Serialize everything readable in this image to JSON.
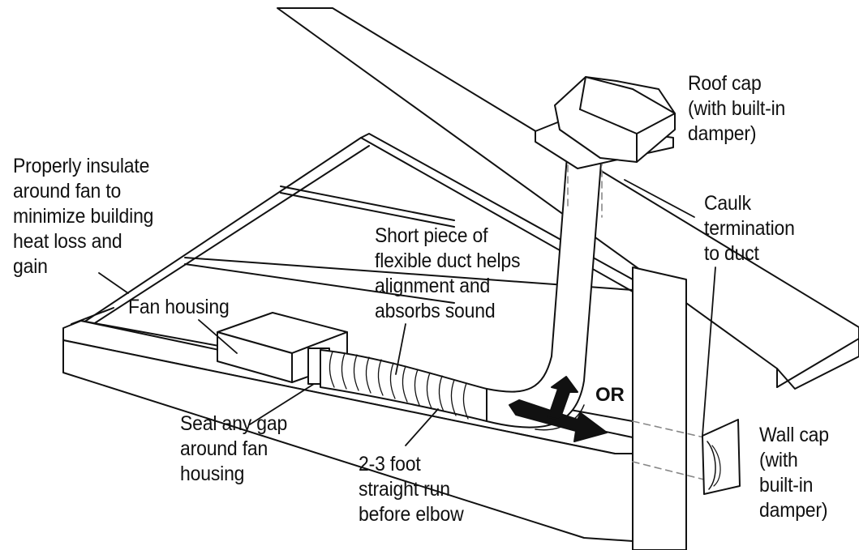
{
  "labels": {
    "roof_cap": [
      "Roof cap",
      "(with built-in",
      "damper)"
    ],
    "insulate": [
      "Properly insulate",
      "around fan to",
      "minimize building",
      "heat loss and",
      "gain"
    ],
    "caulk": [
      "Caulk",
      "termination",
      "to duct"
    ],
    "flex_duct": [
      "Short piece of",
      "flexible duct helps",
      "alignment and",
      "absorbs sound"
    ],
    "fan_housing": "Fan housing",
    "or": "OR",
    "seal_gap": [
      "Seal any gap",
      "around fan",
      "housing"
    ],
    "straight_run": [
      "2-3 foot",
      "straight run",
      "before elbow"
    ],
    "wall_cap": [
      "Wall cap",
      "(with",
      "built-in",
      "damper)"
    ]
  },
  "colors": {
    "ink": "#111111",
    "paper": "#ffffff",
    "dash": "#888888"
  }
}
